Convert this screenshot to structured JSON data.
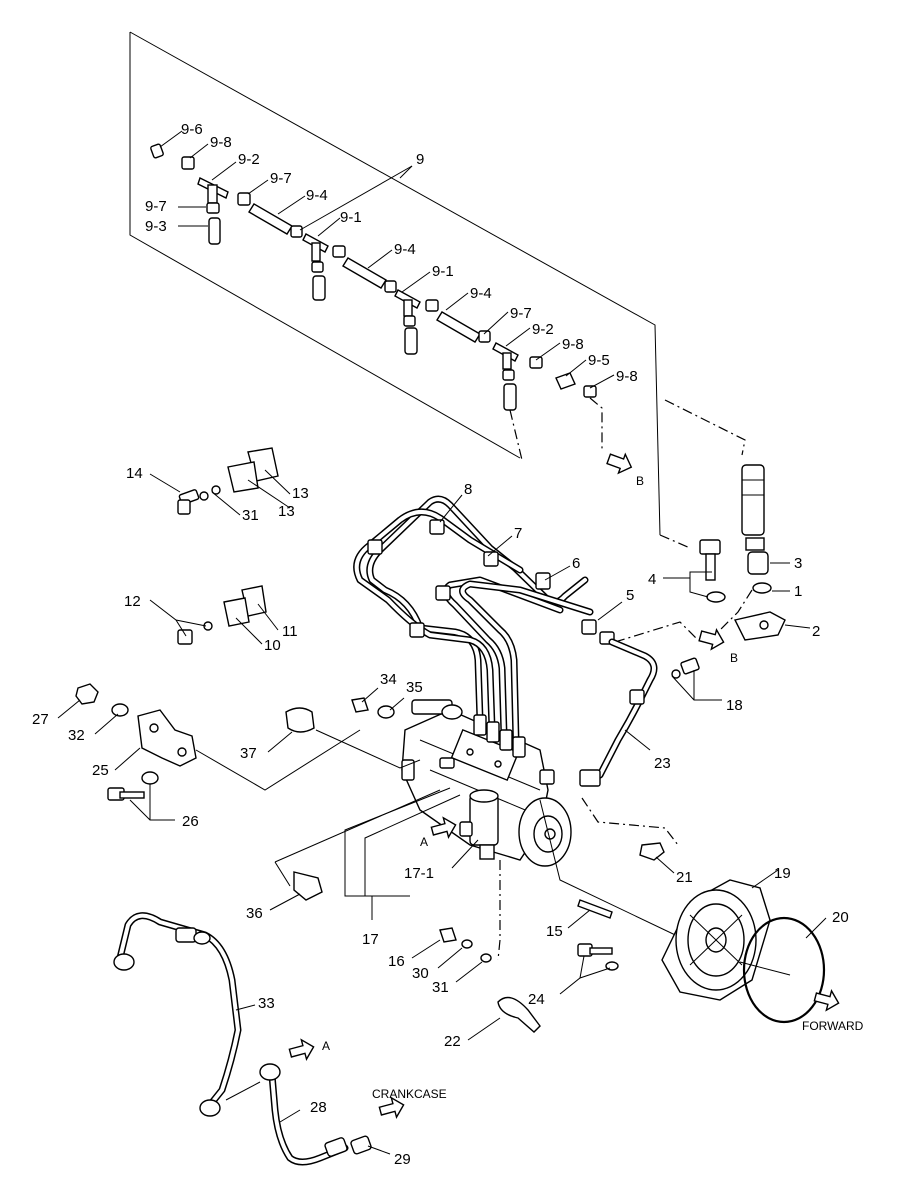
{
  "labels": {
    "p9": "9",
    "p9_6": "9-6",
    "p9_8a": "9-8",
    "p9_2a": "9-2",
    "p9_7a": "9-7",
    "p9_7b": "9-7",
    "p9_3": "9-3",
    "p9_4a": "9-4",
    "p9_1a": "9-1",
    "p9_4b": "9-4",
    "p9_1b": "9-1",
    "p9_4c": "9-4",
    "p9_7c": "9-7",
    "p9_2b": "9-2",
    "p9_8b": "9-8",
    "p9_5": "9-5",
    "p9_8c": "9-8",
    "p1": "1",
    "p2": "2",
    "p3": "3",
    "p4": "4",
    "p5": "5",
    "p6": "6",
    "p7": "7",
    "p8": "8",
    "p10": "10",
    "p11": "11",
    "p12": "12",
    "p13a": "13",
    "p13b": "13",
    "p14": "14",
    "p15": "15",
    "p16": "16",
    "p17": "17",
    "p17_1": "17-1",
    "p18": "18",
    "p19": "19",
    "p20": "20",
    "p21": "21",
    "p22": "22",
    "p23": "23",
    "p24": "24",
    "p25": "25",
    "p26": "26",
    "p27": "27",
    "p28": "28",
    "p29": "29",
    "p30": "30",
    "p31a": "31",
    "p31b": "31",
    "p32": "32",
    "p33": "33",
    "p34": "34",
    "p35": "35",
    "p36": "36",
    "p37": "37",
    "ref_b1": "B",
    "ref_b2": "B",
    "ref_a1": "A",
    "ref_a2": "A"
  },
  "notes": {
    "forward": "FORWARD",
    "crankcase": "CRANKCASE"
  }
}
